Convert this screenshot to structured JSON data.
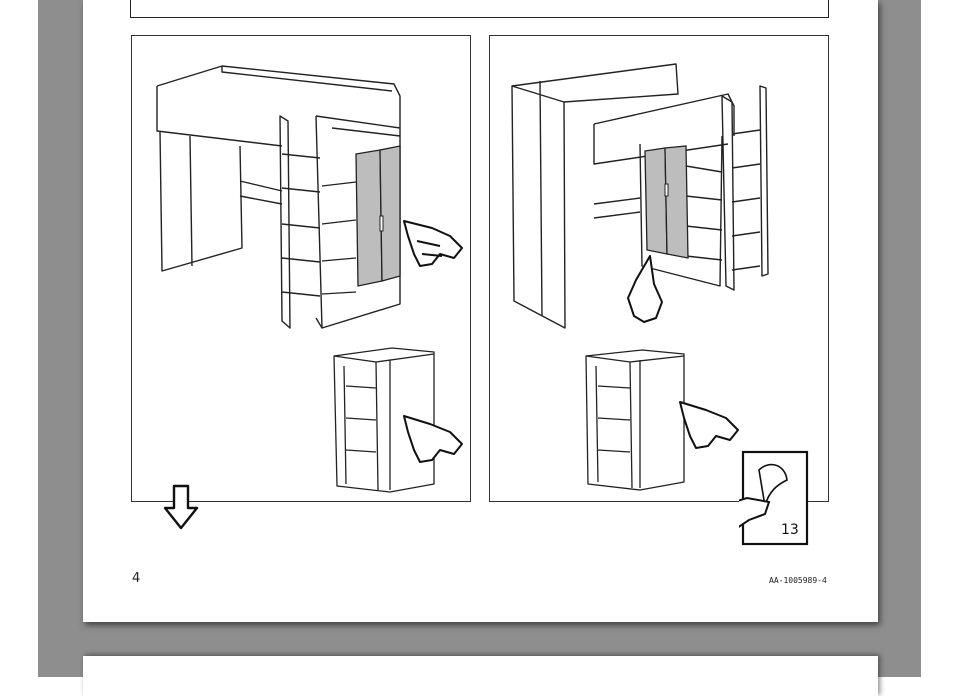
{
  "document": {
    "page_number": "4",
    "doc_code": "AA-1005989-4",
    "next_step_number": "13"
  },
  "panels": [
    {
      "name": "assembly-step-left",
      "depicts": "loft-bed-with-shelf-cabinet-front-view"
    },
    {
      "name": "assembly-step-right",
      "depicts": "loft-bed-with-wardrobe-side-view"
    }
  ],
  "icons": {
    "down_arrow": "arrow-down-icon",
    "turn_page": "page-turn-icon"
  }
}
